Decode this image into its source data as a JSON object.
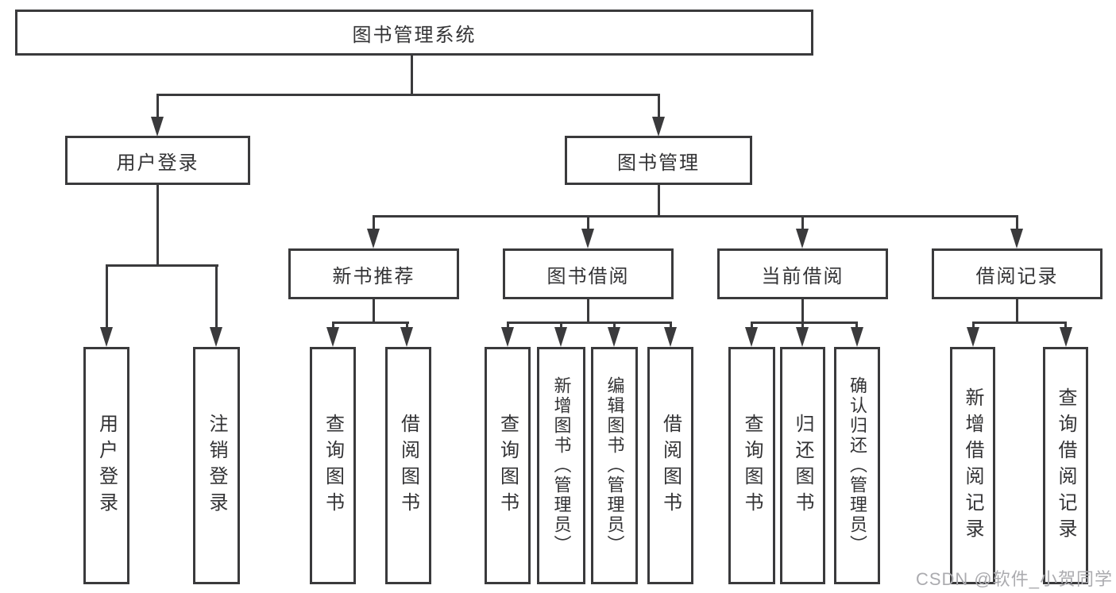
{
  "diagram": {
    "root": "图书管理系统",
    "user_login": {
      "label": "用户登录",
      "children": [
        "用户登录",
        "注销登录"
      ]
    },
    "book_mgmt": {
      "label": "图书管理",
      "children": [
        {
          "label": "新书推荐",
          "children": [
            "查询图书",
            "借阅图书"
          ]
        },
        {
          "label": "图书借阅",
          "children": [
            "查询图书",
            "新增图书（管理员）",
            "编辑图书（管理员）",
            "借阅图书"
          ]
        },
        {
          "label": "当前借阅",
          "children": [
            "查询图书",
            "归还图书",
            "确认归还（管理员）"
          ]
        },
        {
          "label": "借阅记录",
          "children": [
            "新增借阅记录",
            "查询借阅记录"
          ]
        }
      ]
    }
  },
  "watermark": {
    "text": "CSDN @软件_小贺同学"
  },
  "colors": {
    "line": "#3a3a3c",
    "text": "#333335",
    "watermark": "#ababaf",
    "background": "#ffffff"
  }
}
